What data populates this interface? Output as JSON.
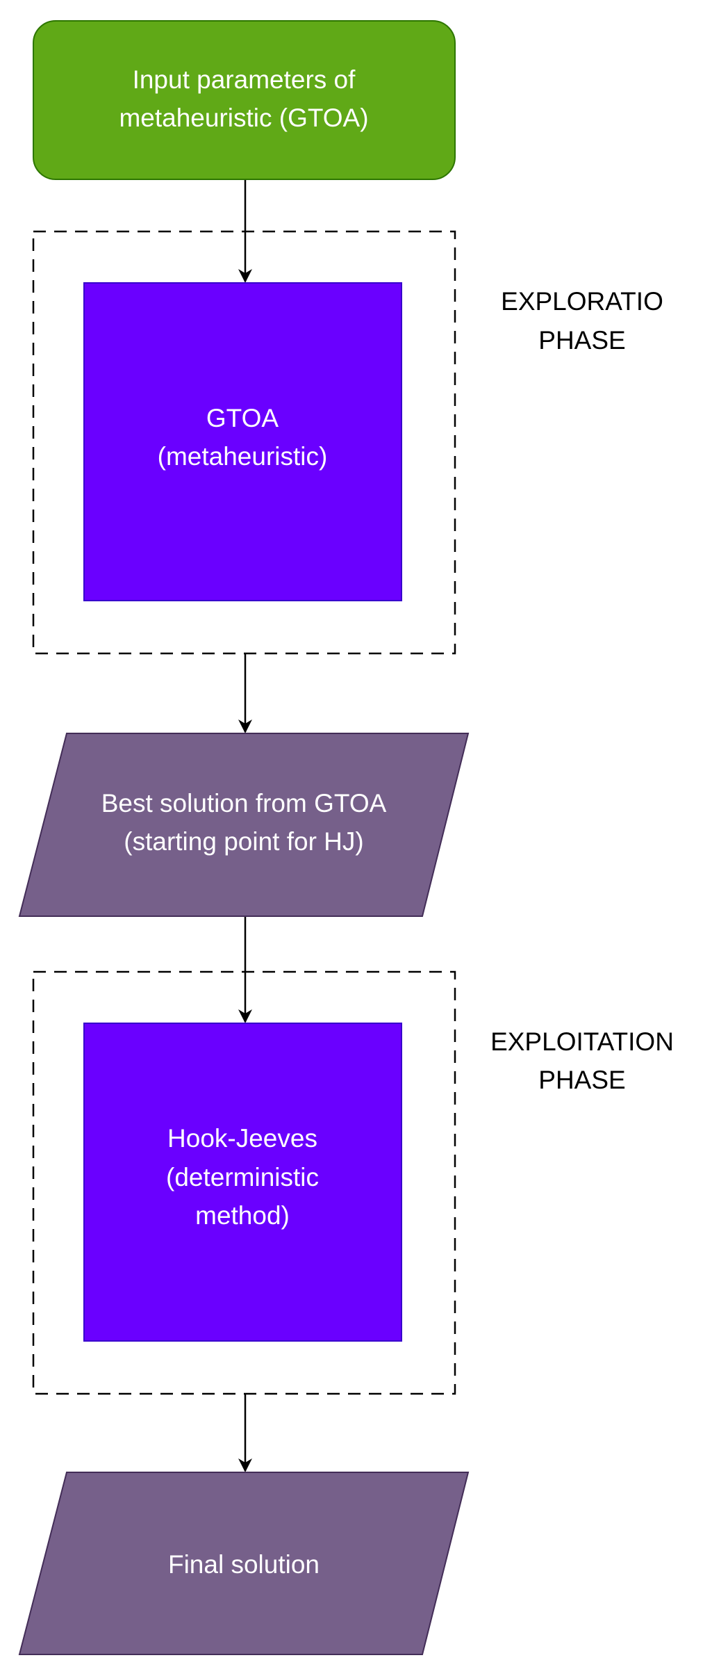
{
  "diagram": {
    "colors": {
      "start": "#60a917",
      "start_border": "#2d7600",
      "process": "#6a00ff",
      "process_border": "#3700cc",
      "data": "#76608a",
      "data_border": "#432d57",
      "text_on_node": "#ffffff",
      "connector": "#000000"
    },
    "start_node": {
      "line1": "Input parameters of",
      "line2": "metaheuristic (GTOA)"
    },
    "exploration_phase": {
      "label_line1": "EXPLORATIO",
      "label_line2": "PHASE"
    },
    "gtoa_node": {
      "line1": "GTOA",
      "line2": "(metaheuristic)"
    },
    "best_solution_node": {
      "line1": "Best solution from GTOA",
      "line2": "(starting point for HJ)"
    },
    "exploitation_phase": {
      "label_line1": "EXPLOITATION",
      "label_line2": "PHASE"
    },
    "hooke_jeeves_node": {
      "line1": "Hook-Jeeves",
      "line2": "(deterministic",
      "line3": "method)"
    },
    "final_node": {
      "line1": "Final solution"
    }
  }
}
